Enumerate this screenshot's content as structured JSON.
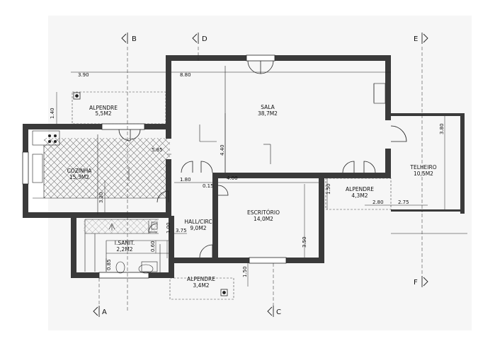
{
  "rooms": {
    "alpendre_nw": {
      "name": "ALPENDRE",
      "area": "5,5M2"
    },
    "sala": {
      "name": "SALA",
      "area": "38,7M2"
    },
    "cozinha": {
      "name": "COZINHA",
      "area": "15,3M2"
    },
    "telheiro": {
      "name": "TELHEIRO",
      "area": "10,5M2"
    },
    "alpendre_e": {
      "name": "ALPENDRE",
      "area": "4,3M2"
    },
    "escritorio": {
      "name": "ESCRITÓRIO",
      "area": "14,0M2"
    },
    "hall": {
      "name": "HALL/CIRC",
      "area": "9,0M2"
    },
    "isanit": {
      "name": "I.SANIT.",
      "area": "2,2M2"
    },
    "alpendre_s": {
      "name": "ALPENDRE",
      "area": "3,4M2"
    }
  },
  "dimensions": {
    "d390": "3.90",
    "d880": "8.80",
    "d140": "1.40",
    "d585": "5.85",
    "d440": "4.40",
    "d180": "1.80",
    "d400": "4.00",
    "d015": "0.15",
    "d330": "3.30",
    "d375": "3.75",
    "d100": "1.00",
    "d060": "0.60",
    "d085": "0.85",
    "d350": "3.50",
    "d150a": "1.50",
    "d280": "2.80",
    "d275": "2.75",
    "d380": "3.80",
    "d150b": "1.50"
  },
  "sections": {
    "a": "A",
    "b": "B",
    "c": "C",
    "d": "D",
    "e": "E",
    "f": "F"
  },
  "colors": {
    "wall": "#3a3a3a",
    "line": "#222222",
    "hatch": "#777777",
    "paper": "#f6f6f6"
  }
}
